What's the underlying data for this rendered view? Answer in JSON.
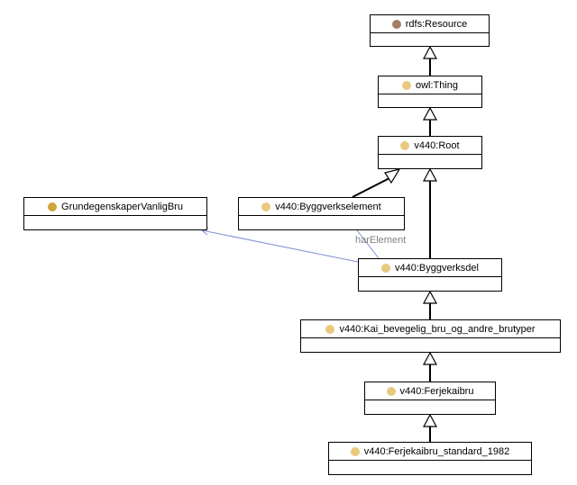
{
  "colors": {
    "resource_dot": "#a57e63",
    "class_dot": "#e8c97f",
    "property_class_dot": "#d1a33b",
    "edge_blue": "#7b8fd6",
    "edge_label": "#808080"
  },
  "nodes": {
    "rdfs_resource": {
      "label": "rdfs:Resource",
      "icon": "class-icon"
    },
    "owl_thing": {
      "label": "owl:Thing",
      "icon": "class-icon"
    },
    "v440_root": {
      "label": "v440:Root",
      "icon": "class-icon"
    },
    "grundegenskaper": {
      "label": "GrundegenskaperVanligBru",
      "icon": "class-icon"
    },
    "byggverkselement": {
      "label": "v440:Byggverkselement",
      "icon": "class-icon"
    },
    "byggverksdel": {
      "label": "v440:Byggverksdel",
      "icon": "class-icon"
    },
    "kai_bevegelig": {
      "label": "v440:Kai_bevegelig_bru_og_andre_brutyper",
      "icon": "class-icon"
    },
    "ferjekaibru": {
      "label": "v440:Ferjekaibru",
      "icon": "class-icon"
    },
    "ferjekaibru_std": {
      "label": "v440:Ferjekaibru_standard_1982",
      "icon": "class-icon"
    }
  },
  "edges": {
    "har_element_label": "harElement"
  }
}
